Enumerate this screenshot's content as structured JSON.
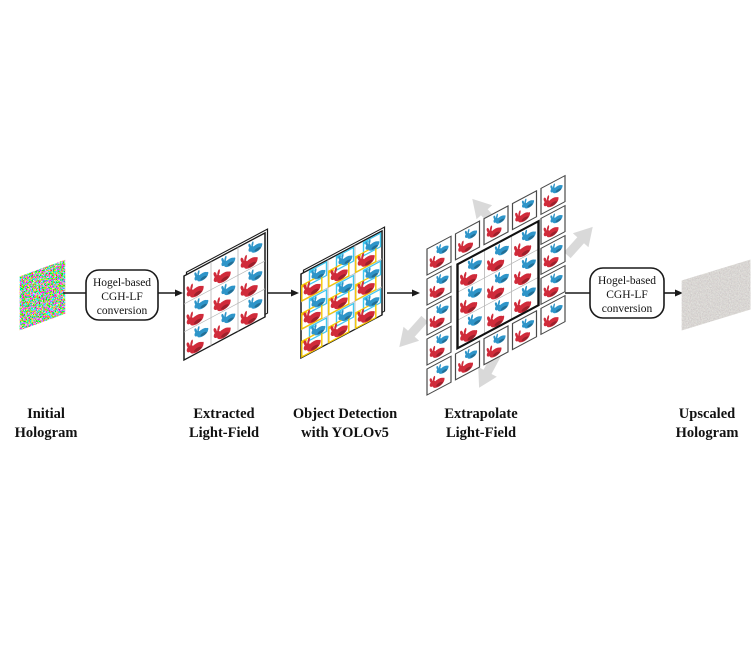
{
  "figure": {
    "stages": [
      {
        "label_line1": "Initial",
        "label_line2": "Hologram"
      },
      {
        "label_line1": "Extracted",
        "label_line2": "Light-Field"
      },
      {
        "label_line1": "Object Detection",
        "label_line2": "with YOLOv5"
      },
      {
        "label_line1": "Extrapolate",
        "label_line2": "Light-Field"
      },
      {
        "label_line1": "Upscaled",
        "label_line2": "Hologram"
      }
    ],
    "boxes": {
      "box1": {
        "line1": "Hogel-based",
        "line2": "CGH-LF",
        "line3": "conversion"
      },
      "box2": {
        "line1": "Hogel-based",
        "line2": "CGH-LF",
        "line3": "conversion"
      }
    },
    "colors": {
      "bunny_blue": "#2e95c9",
      "bunny_red": "#d02b3a",
      "detect_box_blue": "#3ec7f0",
      "detect_box_yellow": "#f6c700",
      "gray_arrow": "#d9d9d9",
      "line": "#1a1a1a"
    }
  }
}
